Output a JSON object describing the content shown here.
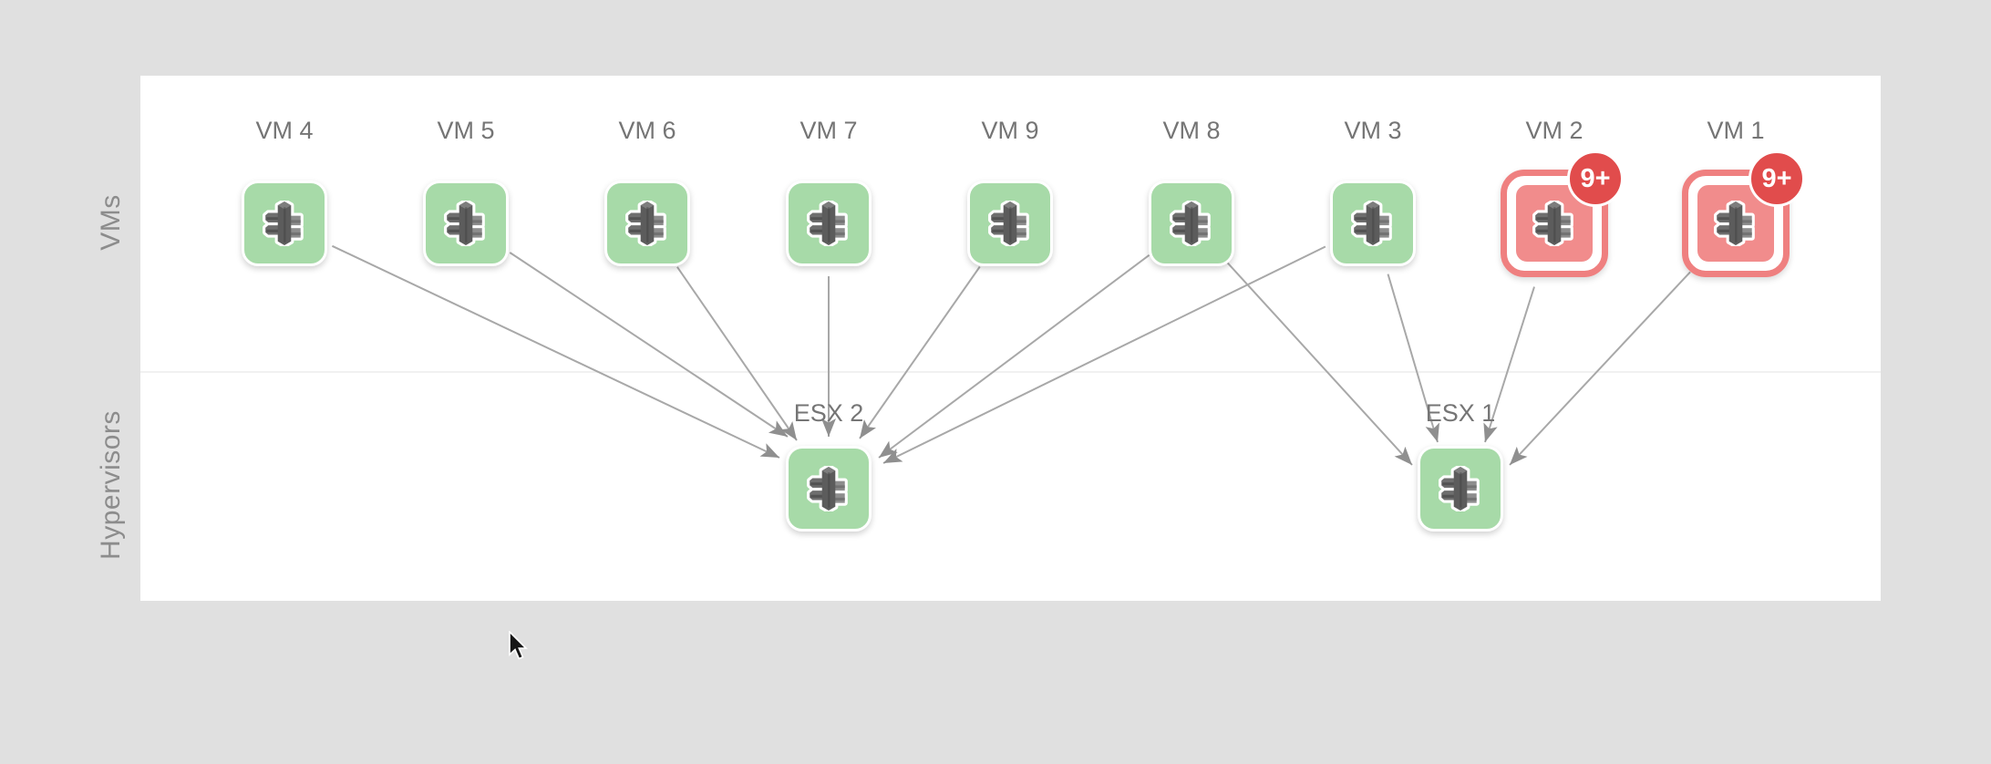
{
  "view": {
    "rows": [
      {
        "id": "vms",
        "label": "VMs"
      },
      {
        "id": "hypervisors",
        "label": "Hypervisors"
      }
    ]
  },
  "nodes": [
    {
      "id": "vm4",
      "label": "VM 4",
      "row": "vms",
      "status": "healthy"
    },
    {
      "id": "vm5",
      "label": "VM 5",
      "row": "vms",
      "status": "healthy"
    },
    {
      "id": "vm6",
      "label": "VM 6",
      "row": "vms",
      "status": "healthy"
    },
    {
      "id": "vm7",
      "label": "VM 7",
      "row": "vms",
      "status": "healthy"
    },
    {
      "id": "vm9",
      "label": "VM 9",
      "row": "vms",
      "status": "healthy"
    },
    {
      "id": "vm8",
      "label": "VM 8",
      "row": "vms",
      "status": "healthy"
    },
    {
      "id": "vm3",
      "label": "VM 3",
      "row": "vms",
      "status": "healthy"
    },
    {
      "id": "vm2",
      "label": "VM 2",
      "row": "vms",
      "status": "alert",
      "badge": "9+"
    },
    {
      "id": "vm1",
      "label": "VM 1",
      "row": "vms",
      "status": "alert",
      "badge": "9+"
    },
    {
      "id": "esx2",
      "label": "ESX 2",
      "row": "hypervisors",
      "status": "healthy"
    },
    {
      "id": "esx1",
      "label": "ESX 1",
      "row": "hypervisors",
      "status": "healthy"
    }
  ],
  "edges": [
    {
      "from": "vm4",
      "to": "esx2"
    },
    {
      "from": "vm5",
      "to": "esx2"
    },
    {
      "from": "vm6",
      "to": "esx2"
    },
    {
      "from": "vm7",
      "to": "esx2"
    },
    {
      "from": "vm9",
      "to": "esx2"
    },
    {
      "from": "vm8",
      "to": "esx2"
    },
    {
      "from": "vm3",
      "to": "esx2"
    },
    {
      "from": "vm8",
      "to": "esx1"
    },
    {
      "from": "vm3",
      "to": "esx1"
    },
    {
      "from": "vm2",
      "to": "esx1"
    },
    {
      "from": "vm1",
      "to": "esx1"
    }
  ],
  "colors": {
    "background": "#e0e0e0",
    "panel": "#ffffff",
    "healthy": "#a7daa8",
    "alert_fill": "#f18c8c",
    "alert_ring": "#ef8080",
    "badge": "#e14c4c",
    "edge": "#a8a8a8",
    "arrowhead": "#8f8f8f",
    "node_label": "#757575",
    "row_label": "#8c8c8c"
  }
}
